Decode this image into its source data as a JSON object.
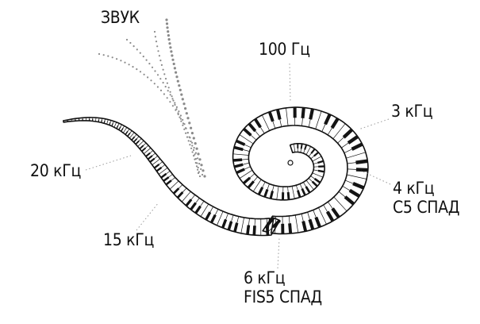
{
  "labels": {
    "sound": "ЗВУК",
    "hz100": "100 Гц",
    "khz3": "3 кГц",
    "khz4": "4 кГц",
    "c5_decay": "C5 СПАД",
    "khz20": "20 кГц",
    "khz15": "15 кГц",
    "khz6": "6 кГц",
    "fis5_decay": "FIS5 СПАД"
  },
  "colors": {
    "ink": "#111111",
    "key_white": "#ffffff",
    "key_black": "#141414",
    "dots": "#8a8a8a"
  }
}
